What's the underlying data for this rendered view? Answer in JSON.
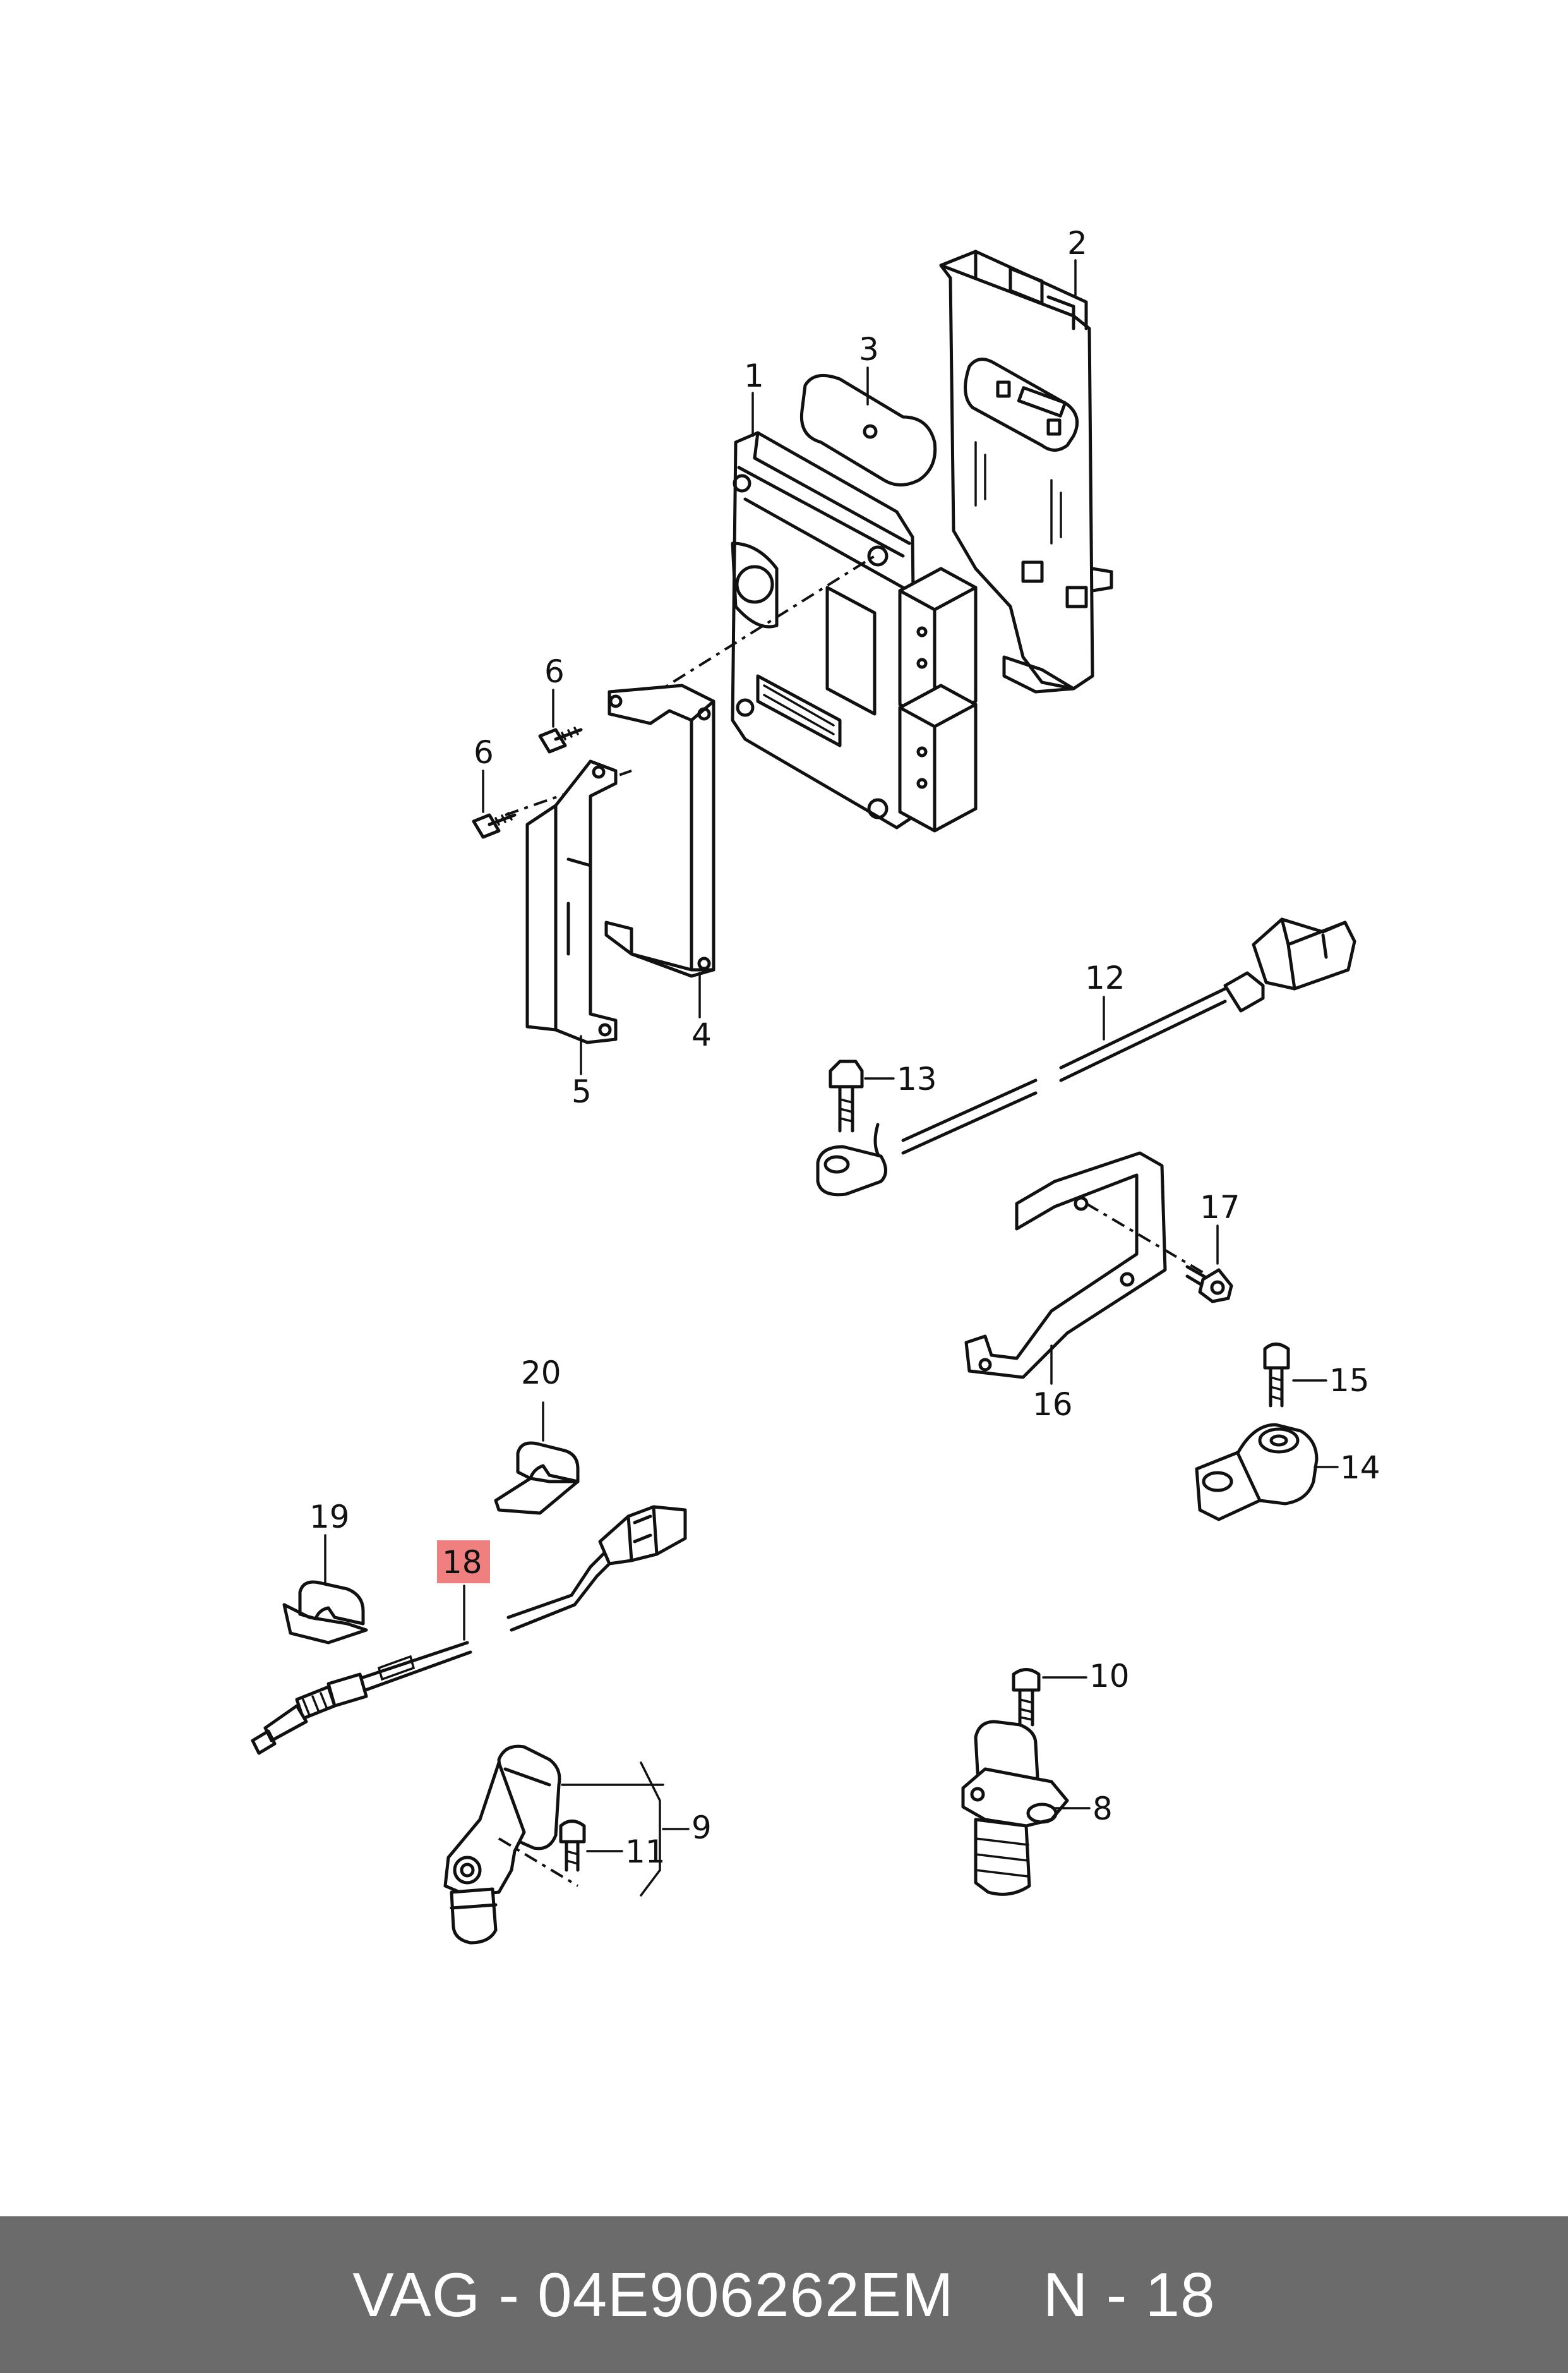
{
  "colors": {
    "highlight": "#f08080",
    "footer_bg": "#6b6b6b",
    "footer_text": "#ffffff",
    "ink": "#111111"
  },
  "highlighted_callout": "18",
  "callouts": [
    {
      "id": "c1",
      "label": "1"
    },
    {
      "id": "c2",
      "label": "2"
    },
    {
      "id": "c3",
      "label": "3"
    },
    {
      "id": "c4",
      "label": "4"
    },
    {
      "id": "c5",
      "label": "5"
    },
    {
      "id": "c6a",
      "label": "6"
    },
    {
      "id": "c6b",
      "label": "6"
    },
    {
      "id": "c8",
      "label": "8"
    },
    {
      "id": "c9",
      "label": "9"
    },
    {
      "id": "c10",
      "label": "10"
    },
    {
      "id": "c11",
      "label": "11"
    },
    {
      "id": "c12",
      "label": "12"
    },
    {
      "id": "c13",
      "label": "13"
    },
    {
      "id": "c14",
      "label": "14"
    },
    {
      "id": "c15",
      "label": "15"
    },
    {
      "id": "c16",
      "label": "16"
    },
    {
      "id": "c17",
      "label": "17"
    },
    {
      "id": "c18",
      "label": "18"
    },
    {
      "id": "c19",
      "label": "19"
    },
    {
      "id": "c20",
      "label": "20"
    }
  ],
  "footer": {
    "part_text": "VAG - 04E906262EM",
    "position_text": "N - 18"
  }
}
